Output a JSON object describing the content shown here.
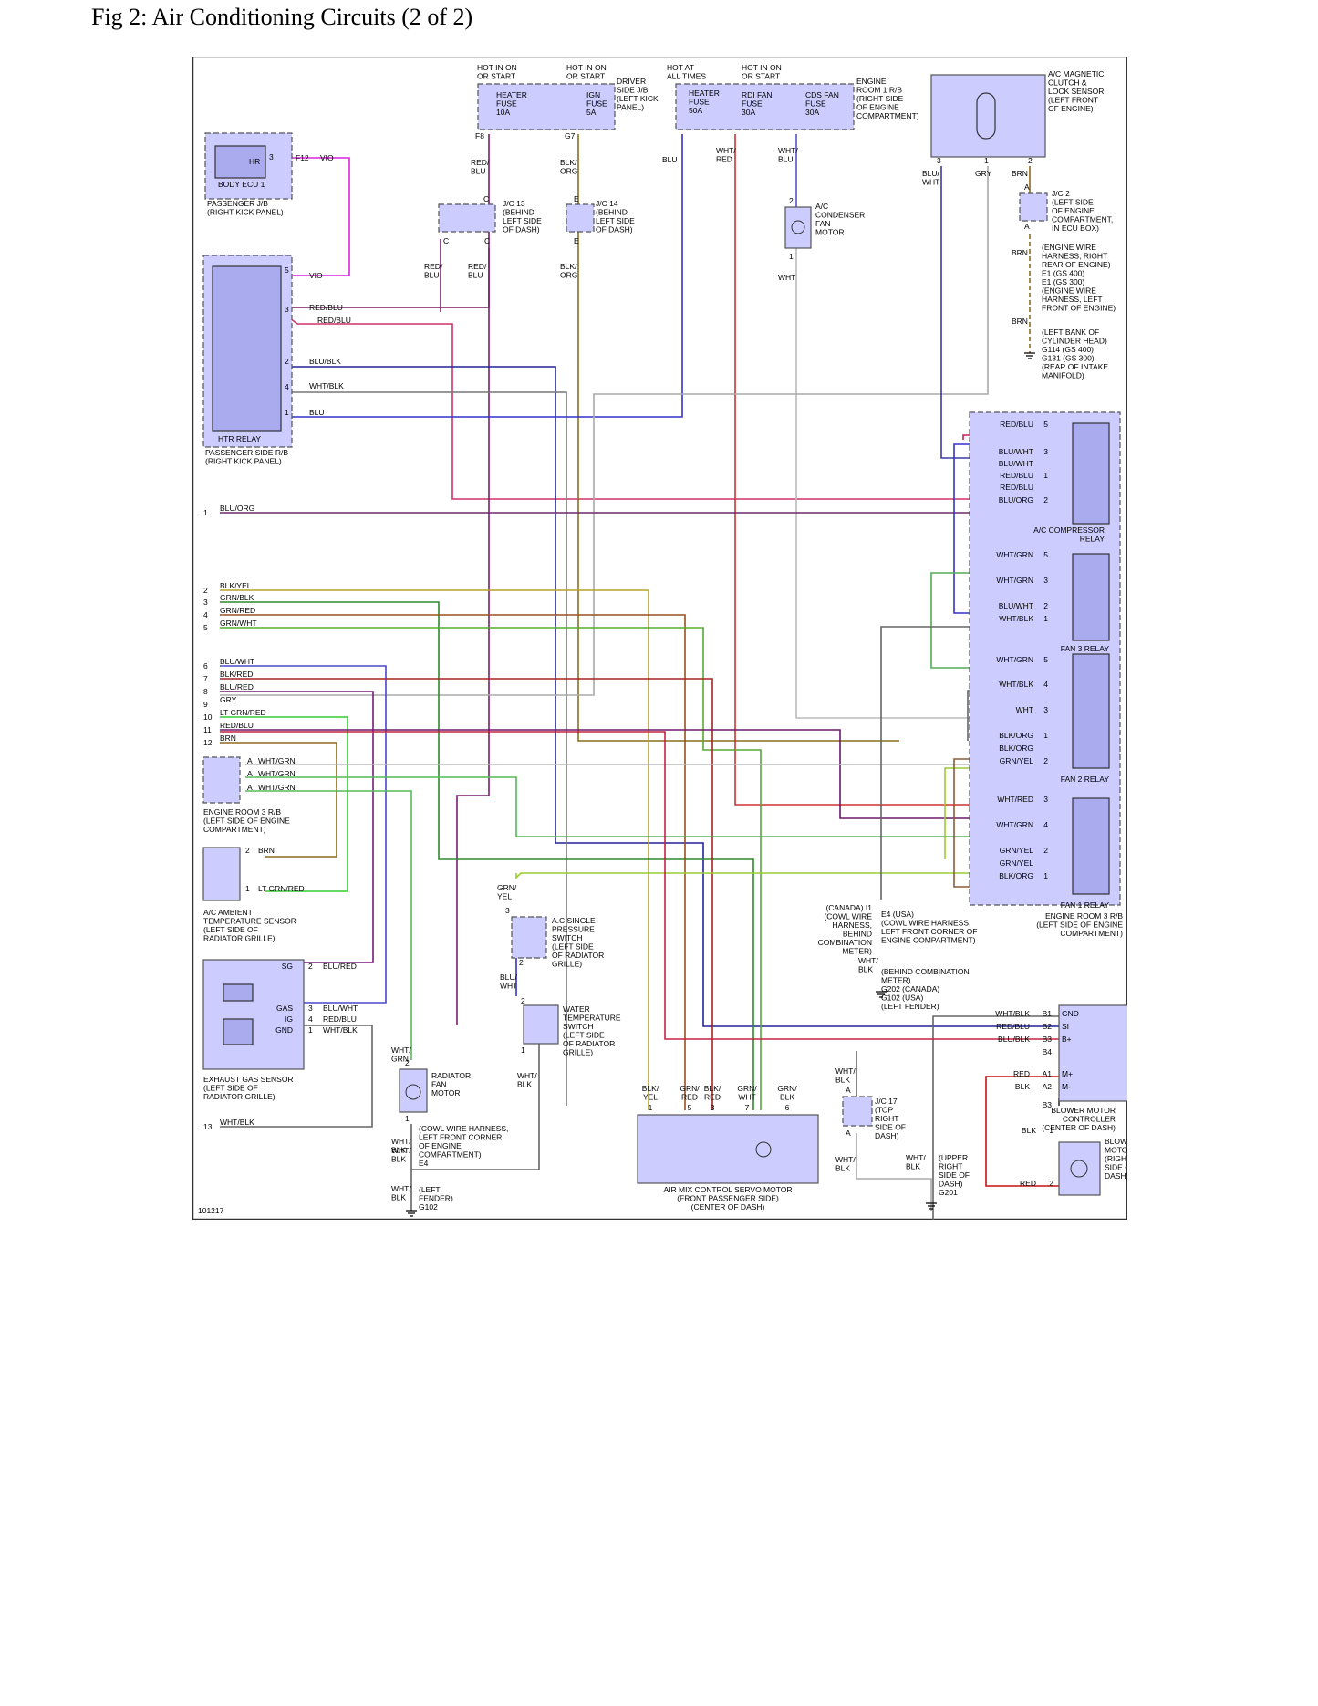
{
  "title": "Fig 2: Air Conditioning Circuits (2 of 2)",
  "diagram_id": "101217",
  "supply_headers": [
    {
      "id": "h1",
      "text": "HOT IN ON|OR START"
    },
    {
      "id": "h2",
      "text": "HOT IN ON|OR START"
    },
    {
      "id": "h3",
      "text": "HOT AT|ALL TIMES"
    },
    {
      "id": "h4",
      "text": "HOT IN ON|OR START"
    }
  ],
  "components": [
    {
      "id": "driver_jb",
      "label": "DRIVER|SIDE J/B|(LEFT KICK|PANEL)"
    },
    {
      "id": "heater_fuse_10a",
      "label": "HEATER|FUSE|10A"
    },
    {
      "id": "ign_fuse_5a",
      "label": "IGN|FUSE|5A"
    },
    {
      "id": "engine_room1",
      "label": "ENGINE|ROOM 1 R/B|(RIGHT SIDE|OF ENGINE|COMPARTMENT)"
    },
    {
      "id": "heater_fuse_50a",
      "label": "HEATER|FUSE|50A"
    },
    {
      "id": "rdi_fan_fuse",
      "label": "RDI FAN|FUSE|30A"
    },
    {
      "id": "cds_fan_fuse",
      "label": "CDS FAN|FUSE|30A"
    },
    {
      "id": "ac_clutch",
      "label": "A/C MAGNETIC|CLUTCH &|LOCK SENSOR|(LEFT FRONT|OF ENGINE)"
    },
    {
      "id": "hr",
      "label": "HR"
    },
    {
      "id": "body_ecu",
      "label": "BODY ECU 1"
    },
    {
      "id": "passenger_jb",
      "label": "PASSENGER J/B|(RIGHT KICK PANEL)"
    },
    {
      "id": "jc13",
      "label": "J/C 13|(BEHIND|LEFT SIDE|OF DASH)"
    },
    {
      "id": "jc14",
      "label": "J/C 14|(BEHIND|LEFT SIDE|OF DASH)"
    },
    {
      "id": "condenser_fan",
      "label": "A/C|CONDENSER|FAN|MOTOR"
    },
    {
      "id": "jc2",
      "label": "J/C 2|(LEFT SIDE|OF ENGINE|COMPARTMENT,|IN ECU BOX)"
    },
    {
      "id": "ground_e1",
      "label": "(ENGINE WIRE|HARNESS, RIGHT|REAR OF ENGINE)|E1 (GS 400)|E1 (GS 300)|(ENGINE WIRE|HARNESS, LEFT|FRONT OF ENGINE)"
    },
    {
      "id": "ground_g114",
      "label": "(LEFT BANK OF|CYLINDER HEAD)|G114 (GS 400)|G131 (GS 300)|(REAR OF INTAKE|MANIFOLD)"
    },
    {
      "id": "htr_relay",
      "label": "HTR RELAY"
    },
    {
      "id": "passenger_rb",
      "label": "PASSENGER SIDE R/B|(RIGHT KICK PANEL)"
    },
    {
      "id": "ac_comp_relay",
      "label": "A/C COMPRESSOR|RELAY"
    },
    {
      "id": "fan3_relay",
      "label": "FAN 3 RELAY"
    },
    {
      "id": "fan2_relay",
      "label": "FAN 2 RELAY"
    },
    {
      "id": "fan1_relay",
      "label": "FAN 1 RELAY"
    },
    {
      "id": "engine_room3_right",
      "label": "ENGINE ROOM 3 R/B|(LEFT SIDE OF ENGINE|COMPARTMENT)"
    },
    {
      "id": "engine_room3_left",
      "label": "ENGINE ROOM 3 R/B|(LEFT SIDE OF ENGINE|COMPARTMENT)"
    },
    {
      "id": "ambient_sensor",
      "label": "A/C AMBIENT|TEMPERATURE SENSOR|(LEFT SIDE OF|RADIATOR GRILLE)"
    },
    {
      "id": "exhaust_sensor",
      "label": "EXHAUST GAS SENSOR|(LEFT SIDE OF|RADIATOR GRILLE)"
    },
    {
      "id": "pressure_switch",
      "label": "A.C SINGLE|PRESSURE|SWITCH|(LEFT SIDE|OF RADIATOR|GRILLE)"
    },
    {
      "id": "water_temp_switch",
      "label": "WATER|TEMPERATURE|SWITCH|(LEFT SIDE|OF RADIATOR|GRILLE)"
    },
    {
      "id": "radiator_fan",
      "label": "RADIATOR|FAN|MOTOR"
    },
    {
      "id": "e4_cowl",
      "label": "(COWL WIRE HARNESS,|LEFT FRONT CORNER|OF ENGINE|COMPARTMENT)|E4"
    },
    {
      "id": "g102_left",
      "label": "(LEFT|FENDER)|G102"
    },
    {
      "id": "air_mix",
      "label": "AIR MIX CONTROL SERVO MOTOR|(FRONT PASSENGER SIDE)|(CENTER OF DASH)"
    },
    {
      "id": "canada_i1",
      "label": "(CANADA) I1|(COWL WIRE|HARNESS,|BEHIND|COMBINATION|METER)"
    },
    {
      "id": "e4_usa",
      "label": "E4 (USA)|(COWL WIRE HARNESS,|LEFT FRONT CORNER OF|ENGINE COMPARTMENT)"
    },
    {
      "id": "g202",
      "label": "(BEHIND COMBINATION|METER)|G202 (CANADA)|G102 (USA)|(LEFT FENDER)"
    },
    {
      "id": "jc17",
      "label": "J/C 17|(TOP|RIGHT|SIDE OF|DASH)"
    },
    {
      "id": "g201",
      "label": "(UPPER|RIGHT|SIDE OF|DASH)|G201"
    },
    {
      "id": "blower_ctrl",
      "label": "BLOWER MOTOR|CONTROLLER|(CENTER OF DASH)"
    },
    {
      "id": "blower_motor",
      "label": "BLOWER|MOTOR|(RIGHT|SIDE OF|DASH)"
    }
  ],
  "wire_labels": [
    {
      "id": "w_vio1",
      "text": "VIO"
    },
    {
      "id": "w_f12",
      "text": "F12"
    },
    {
      "id": "w_vio2",
      "text": "VIO"
    },
    {
      "id": "w_redblu_a",
      "text": "RED/BLU"
    },
    {
      "id": "w_redblu_b",
      "text": "RED/BLU"
    },
    {
      "id": "w_blublk",
      "text": "BLU/BLK"
    },
    {
      "id": "w_whtblk",
      "text": "WHT/BLK"
    },
    {
      "id": "w_blu_relay",
      "text": "BLU"
    },
    {
      "id": "w_redblu_f8",
      "text": "RED/|BLU"
    },
    {
      "id": "w_blkorg_g7",
      "text": "BLK/|ORG"
    },
    {
      "id": "w_redblu_c1",
      "text": "RED/|BLU"
    },
    {
      "id": "w_redblu_c2",
      "text": "RED/|BLU"
    },
    {
      "id": "w_blkorg_e",
      "text": "BLK/|ORG"
    },
    {
      "id": "w_blu_top",
      "text": "BLU"
    },
    {
      "id": "w_whtred_top",
      "text": "WHT/|RED"
    },
    {
      "id": "w_whtblu_top",
      "text": "WHT/|BLU"
    },
    {
      "id": "w_wht_fan",
      "text": "WHT"
    },
    {
      "id": "w_bluwht_clutch",
      "text": "BLU/|WHT"
    },
    {
      "id": "w_gry_clutch",
      "text": "GRY"
    },
    {
      "id": "w_brn_clutch",
      "text": "BRN"
    },
    {
      "id": "w_brn_2",
      "text": "BRN"
    },
    {
      "id": "w_brn_3",
      "text": "BRN"
    },
    {
      "id": "w_grnyel",
      "text": "GRN/|YEL"
    },
    {
      "id": "w_bluwht_p",
      "text": "BLU/|WHT"
    },
    {
      "id": "w_whtgrn_rf",
      "text": "WHT/|GRN"
    },
    {
      "id": "w_whtblk_rf",
      "text": "WHT/|BLK"
    },
    {
      "id": "w_whtblk_e4",
      "text": "WHT/|BLK"
    },
    {
      "id": "w_whtblk_g102",
      "text": "WHT/|BLK"
    },
    {
      "id": "w_whtblk_ws",
      "text": "WHT/|BLK"
    },
    {
      "id": "w_whtblk_canada",
      "text": "WHT/|BLK"
    },
    {
      "id": "w_whtblk_jc17a",
      "text": "WHT/|BLK"
    },
    {
      "id": "w_whtblk_jc17b",
      "text": "WHT/|BLK"
    },
    {
      "id": "w_whtblk_g201",
      "text": "WHT/|BLK"
    }
  ],
  "left_pins": [
    {
      "n": "1",
      "w": "BLU/ORG"
    },
    {
      "n": "2",
      "w": "BLK/YEL"
    },
    {
      "n": "3",
      "w": "GRN/BLK"
    },
    {
      "n": "4",
      "w": "GRN/RED"
    },
    {
      "n": "5",
      "w": "GRN/WHT"
    },
    {
      "n": "6",
      "w": "BLU/WHT"
    },
    {
      "n": "7",
      "w": "BLK/RED"
    },
    {
      "n": "8",
      "w": "BLU/RED"
    },
    {
      "n": "9",
      "w": "GRY"
    },
    {
      "n": "10",
      "w": "LT GRN/RED"
    },
    {
      "n": "11",
      "w": "RED/BLU"
    },
    {
      "n": "12",
      "w": "BRN"
    },
    {
      "n": "13",
      "w": "WHT/BLK"
    }
  ],
  "er3_left_pins": [
    {
      "p": "A",
      "w": "WHT/GRN"
    },
    {
      "p": "A",
      "w": "WHT/GRN"
    },
    {
      "p": "A",
      "w": "WHT/GRN"
    }
  ],
  "relay_pins": [
    {
      "id": "r1",
      "w": "RED/BLU",
      "n": "5"
    },
    {
      "id": "r2",
      "w": "BLU/WHT",
      "n": "3"
    },
    {
      "id": "r3",
      "w": "BLU/WHT",
      "n": ""
    },
    {
      "id": "r4",
      "w": "RED/BLU",
      "n": "1"
    },
    {
      "id": "r5",
      "w": "RED/BLU",
      "n": ""
    },
    {
      "id": "r6",
      "w": "BLU/ORG",
      "n": "2"
    },
    {
      "id": "r7",
      "w": "WHT/GRN",
      "n": "5"
    },
    {
      "id": "r8",
      "w": "WHT/GRN",
      "n": "3"
    },
    {
      "id": "r9",
      "w": "BLU/WHT",
      "n": "2"
    },
    {
      "id": "r10",
      "w": "WHT/BLK",
      "n": "1"
    },
    {
      "id": "r11",
      "w": "WHT/GRN",
      "n": "5"
    },
    {
      "id": "r12",
      "w": "WHT/BLK",
      "n": "4"
    },
    {
      "id": "r13",
      "w": "WHT",
      "n": "3"
    },
    {
      "id": "r14",
      "w": "BLK/ORG",
      "n": "1"
    },
    {
      "id": "r15",
      "w": "BLK/ORG",
      "n": ""
    },
    {
      "id": "r16",
      "w": "GRN/YEL",
      "n": "2"
    },
    {
      "id": "r17",
      "w": "WHT/RED",
      "n": "3"
    },
    {
      "id": "r18",
      "w": "WHT/GRN",
      "n": "4"
    },
    {
      "id": "r19",
      "w": "GRN/YEL",
      "n": "2"
    },
    {
      "id": "r20",
      "w": "GRN/YEL",
      "n": ""
    },
    {
      "id": "r21",
      "w": "BLK/ORG",
      "n": "1"
    }
  ],
  "air_mix_pins": [
    {
      "w": "BLK/|YEL",
      "n": "1"
    },
    {
      "w": "GRN/|RED",
      "n": "5"
    },
    {
      "w": "BLK/|RED",
      "n": "3"
    },
    {
      "w": "GRN/|WHT",
      "n": "7"
    },
    {
      "w": "GRN/|BLK",
      "n": "6"
    }
  ],
  "blower_pins": [
    {
      "w": "WHT/BLK",
      "p": "B1",
      "t": "GND"
    },
    {
      "w": "RED/BLU",
      "p": "B2",
      "t": "SI"
    },
    {
      "w": "BLU/BLK",
      "p": "B3",
      "t": "B+"
    },
    {
      "w": "",
      "p": "B4",
      "t": ""
    },
    {
      "w": "RED",
      "p": "A1",
      "t": "M+"
    },
    {
      "w": "BLK",
      "p": "A2",
      "t": "M-"
    },
    {
      "w": "",
      "p": "B3",
      "t": ""
    }
  ],
  "blower_motor_pins": [
    {
      "w": "BLK",
      "n": "1"
    },
    {
      "w": "RED",
      "n": "2"
    }
  ],
  "exhaust_terms": [
    {
      "t": "SG",
      "n": "2",
      "w": "BLU/RED"
    },
    {
      "t": "GAS",
      "n": "3",
      "w": "BLU/WHT"
    },
    {
      "t": "IG",
      "n": "4",
      "w": "RED/BLU"
    },
    {
      "t": "GND",
      "n": "1",
      "w": "WHT/BLK"
    }
  ],
  "ambient_pins": [
    {
      "n": "2",
      "w": "BRN"
    },
    {
      "n": "1",
      "w": "LT GRN/RED"
    }
  ],
  "connector_refs": {
    "f8": "F8",
    "g7": "G7",
    "c_a": "C",
    "c_b": "C",
    "c_c": "C",
    "e_a": "E",
    "e_b": "E",
    "fan_2": "2",
    "fan_1": "1",
    "clutch_3": "3",
    "clutch_1": "1",
    "clutch_2": "2",
    "jc2_a1": "A",
    "jc2_a2": "A",
    "htr_5": "5",
    "htr_3": "3",
    "htr_2": "2",
    "htr_4": "4",
    "htr_1": "1",
    "hr_3": "3",
    "ps_3": "3",
    "ps_2": "2",
    "ws_2": "2",
    "ws_1": "1",
    "rf_2": "2",
    "rf_1": "1",
    "jc17_a1": "A",
    "jc17_a2": "A"
  }
}
